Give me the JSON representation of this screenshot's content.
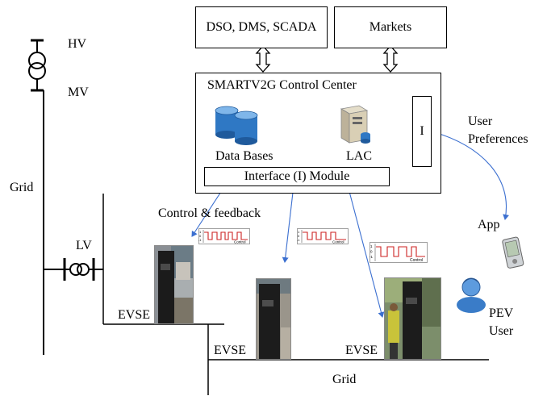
{
  "top_boxes": {
    "dso": "DSO, DMS, SCADA",
    "markets": "Markets"
  },
  "control_center": {
    "title": "SMARTV2G Control Center",
    "databases_label": "Data Bases",
    "lac_label": "LAC",
    "interface_small_label": "I",
    "interface_module_label": "Interface (I) Module"
  },
  "grid_side": {
    "hv": "HV",
    "mv": "MV",
    "grid_left": "Grid",
    "lv": "LV",
    "grid_bottom": "Grid"
  },
  "evse_labels": [
    "EVSE",
    "EVSE",
    "EVSE"
  ],
  "annotations": {
    "control_feedback": "Control & feedback",
    "user_preferences_line1": "User",
    "user_preferences_line2": "Preferences",
    "app": "App",
    "pev_user_line1": "PEV",
    "pev_user_line2": "User"
  },
  "signal_label": "Control",
  "signal_axis_ticks": [
    "1",
    "0",
    "-1"
  ],
  "colors": {
    "arrow_blue": "#3b6fd0",
    "db_blue": "#2f78c4",
    "signal_red": "#cc2222",
    "user_blue": "#3a7cc8"
  }
}
